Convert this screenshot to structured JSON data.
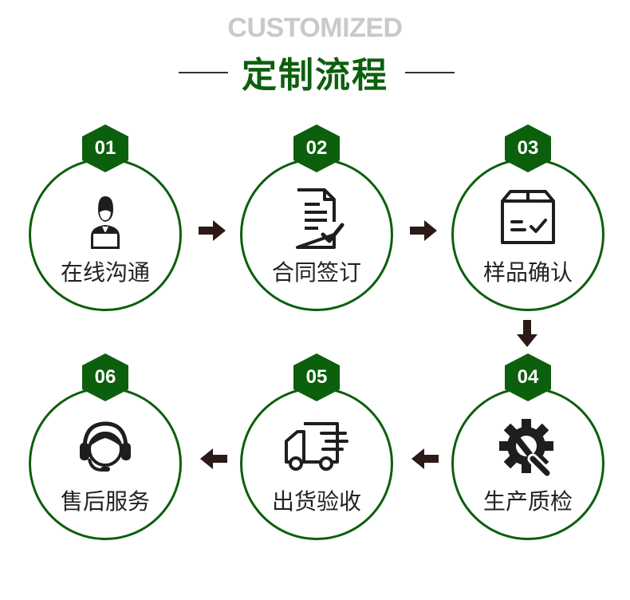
{
  "header": {
    "title_en": "CUSTOMIZED",
    "title_cn": "定制流程"
  },
  "colors": {
    "brand_green": "#0c5f0c",
    "arrow": "#2b1a15",
    "title_gray": "#c9c9c9"
  },
  "steps": [
    {
      "number": "01",
      "label": "在线沟通",
      "icon": "customer-service-person-icon"
    },
    {
      "number": "02",
      "label": "合同签订",
      "icon": "contract-document-icon"
    },
    {
      "number": "03",
      "label": "样品确认",
      "icon": "sample-box-icon"
    },
    {
      "number": "04",
      "label": "生产质检",
      "icon": "gear-wrench-icon"
    },
    {
      "number": "05",
      "label": "出货验收",
      "icon": "delivery-truck-icon"
    },
    {
      "number": "06",
      "label": "售后服务",
      "icon": "headset-support-icon"
    }
  ]
}
